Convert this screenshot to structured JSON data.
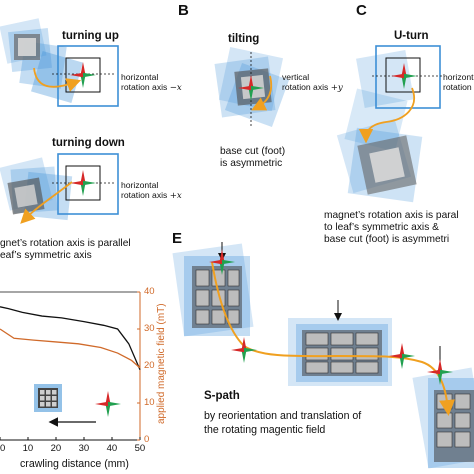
{
  "panel_labels": {
    "b": "B",
    "c": "C",
    "e": "E"
  },
  "turning_up": {
    "title": "turning up",
    "axis_line1": "horizontal",
    "axis_line2": "rotation axis",
    "axis_sym": "−x"
  },
  "turning_down": {
    "title": "turning down",
    "axis_line1": "horizontal",
    "axis_line2": "rotation axis",
    "axis_sym": "+x"
  },
  "tilting": {
    "title": "tilting",
    "axis_line1": "vertical",
    "axis_line2": "rotation axis",
    "axis_sym": "+y",
    "caption_line1": "base cut (foot)",
    "caption_line2": "is asymmetric"
  },
  "uturn": {
    "title": "U-turn",
    "axis_line1": "horizontal",
    "axis_line2": "rotation",
    "caption_line1": "magnet’s rotation axis is paral",
    "caption_line2": "to leaf’s symmetric axis &",
    "caption_line3": "base cut (foot) is asymmetri"
  },
  "panel_a_caption": {
    "line1": "gnet’s rotation axis is parallel",
    "line2": "eaf’s symmetric axis"
  },
  "spath": {
    "title": "S-path",
    "desc_line1": "by reorientation and translation of",
    "desc_line2": "the rotating magentic field"
  },
  "colors": {
    "blue": "#3d8fd6",
    "orange": "#f0a020",
    "red": "#d62828",
    "green": "#22a050",
    "curve_black": "#111111",
    "curve_orange": "#d06a2a"
  },
  "chart_data": {
    "type": "line",
    "xlabel": "crawling distance (mm)",
    "ylabel_right": "applied magnetic field (mT)",
    "xlim": [
      0,
      50
    ],
    "ylim_right": [
      0,
      40
    ],
    "x_ticks": [
      "0",
      "10",
      "20",
      "30",
      "40",
      "50"
    ],
    "y_ticks_right": [
      "0",
      "10",
      "20",
      "30",
      "40"
    ],
    "series": [
      {
        "color": "#111111",
        "x": [
          0,
          3,
          8,
          15,
          22,
          30,
          37,
          42,
          46,
          50
        ],
        "values": [
          36,
          35.5,
          34.5,
          33.5,
          33,
          32,
          31,
          30,
          26,
          19
        ]
      },
      {
        "color": "#d06a2a",
        "x": [
          0,
          5,
          12,
          20,
          28,
          36,
          42,
          47,
          50
        ],
        "values": [
          30,
          27.5,
          27,
          26.5,
          26,
          25,
          23.5,
          21.5,
          19.5
        ]
      }
    ]
  }
}
